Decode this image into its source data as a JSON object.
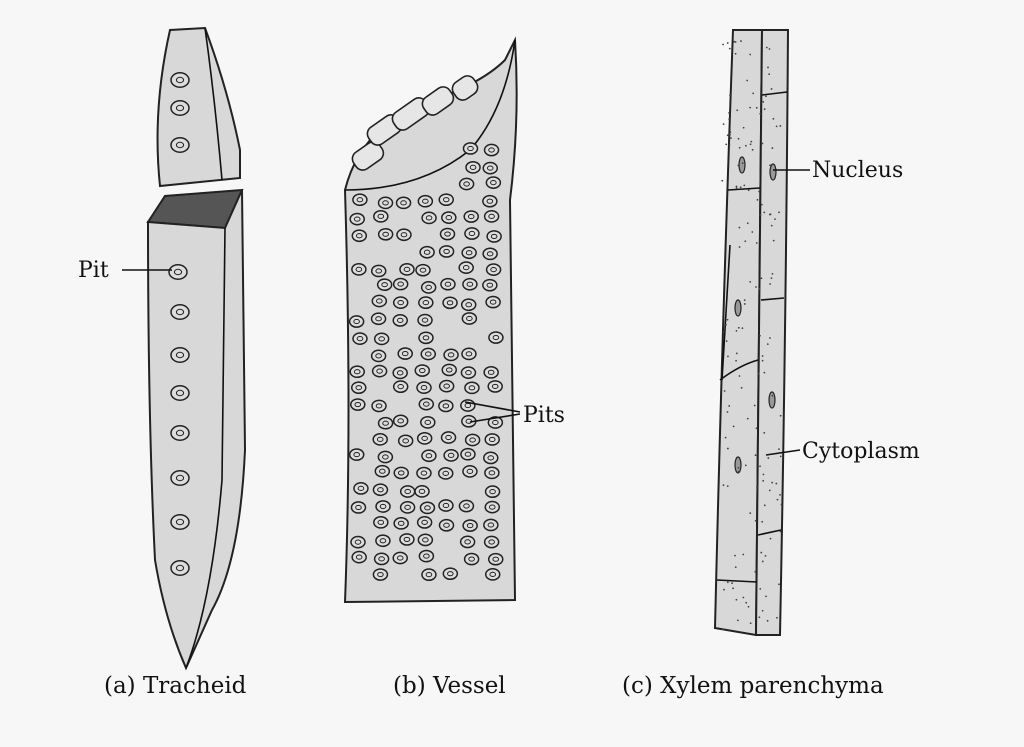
{
  "labels": {
    "pit": "Pit",
    "pits": "Pits",
    "nucleus": "Nucleus",
    "cytoplasm": "Cytoplasm"
  },
  "captions": {
    "tracheid": "(a) Tracheid",
    "vessel": "(b) Vessel",
    "parenchyma": "(c) Xylem parenchyma"
  },
  "colors": {
    "cell_fill": "#d8d8d8",
    "outline": "#222222",
    "background": "#f7f7f7"
  }
}
